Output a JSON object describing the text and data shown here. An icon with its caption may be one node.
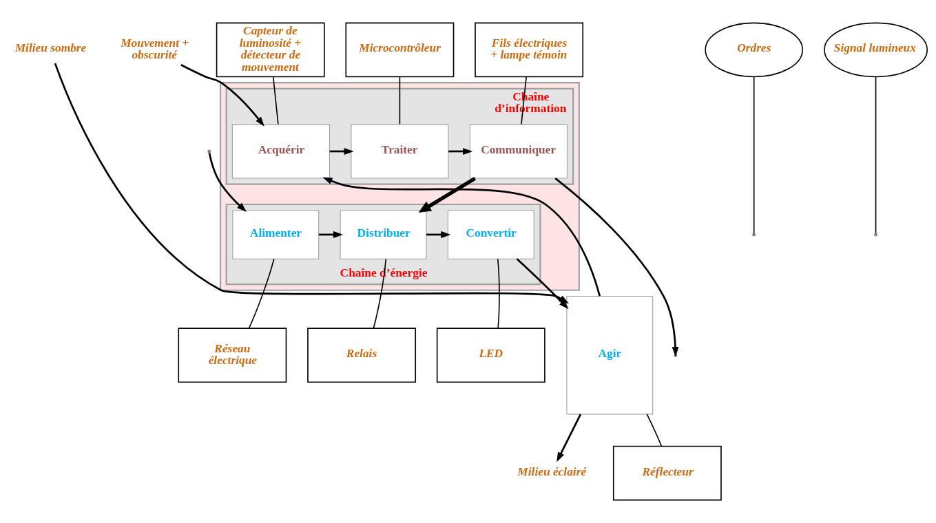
{
  "diagram": {
    "nodes": [
      {
        "text": [],
        "shape": "box"
      },
      {
        "text": [
          "Chaîne d’information"
        ],
        "in": 0
      },
      {
        "text": [
          "Acquérir"
        ],
        "in": 1
      },
      {
        "text": [
          "Traiter"
        ],
        "in": 1
      },
      {
        "text": [
          "Communiquer"
        ],
        "in": 1
      },
      {
        "text": [
          "Chaîne d’énergie"
        ],
        "in": 0
      },
      {
        "text": [
          "Alimenter"
        ],
        "in": 5
      },
      {
        "text": [
          "Distribuer"
        ],
        "in": 5
      },
      {
        "text": [
          "Convertir"
        ],
        "in": 5
      },
      {
        "text": [
          "Agir"
        ]
      },
      {
        "text": [
          "Mouvement + obscurité"
        ]
      },
      {
        "text": [
          "Milieu sombre"
        ]
      },
      {
        "text": [
          "Milieu éclairé"
        ]
      },
      {
        "text": [
          "Capteur de luminosité + détecteur de mouvement"
        ]
      },
      {
        "text": [
          "Microcontrôleur"
        ]
      },
      {
        "text": [
          "Fils électriques + lampe témoin"
        ]
      },
      {
        "text": [
          "Ordres"
        ]
      },
      {
        "text": [
          "Signal lumineux"
        ]
      },
      {
        "text": [
          "Réseau électrique"
        ]
      },
      {
        "text": [
          "Relais"
        ]
      },
      {
        "text": [
          "LED"
        ]
      },
      {
        "text": [
          "Réflecteur"
        ]
      }
    ],
    "edges": [
      {
        "from": 10,
        "to": 2,
        "arrow": "to"
      },
      {
        "from": 2,
        "to": 3,
        "arrow": "to"
      },
      {
        "from": 3,
        "to": 4,
        "arrow": "to"
      },
      {
        "from": 4,
        "to": null,
        "arrow": "to"
      },
      {
        "from": 4,
        "to": 7,
        "arrow": "to",
        "style": "thick"
      },
      {
        "from": 9,
        "to": 2,
        "arrow": "to"
      },
      {
        "from": null,
        "to": 6,
        "arrow": "to"
      },
      {
        "from": 6,
        "to": 7,
        "arrow": "to"
      },
      {
        "from": 7,
        "to": 8,
        "arrow": "to"
      },
      {
        "from": 8,
        "to": 9,
        "arrow": "to"
      },
      {
        "from": 11,
        "to": 9,
        "arrow": "to"
      },
      {
        "from": 9,
        "to": 12,
        "arrow": "to"
      },
      {
        "from": 13,
        "to": 2,
        "arrow": "none"
      },
      {
        "from": 14,
        "to": 3,
        "arrow": "none"
      },
      {
        "from": 15,
        "to": 4,
        "arrow": "none"
      },
      {
        "from": 16,
        "to": null,
        "arrow": "none"
      },
      {
        "from": 17,
        "to": null,
        "arrow": "none"
      },
      {
        "from": 18,
        "to": 6,
        "arrow": "none"
      },
      {
        "from": 19,
        "to": 7,
        "arrow": "none"
      },
      {
        "from": 20,
        "to": 8,
        "arrow": "none"
      },
      {
        "from": 21,
        "to": 9,
        "arrow": "none"
      }
    ]
  }
}
